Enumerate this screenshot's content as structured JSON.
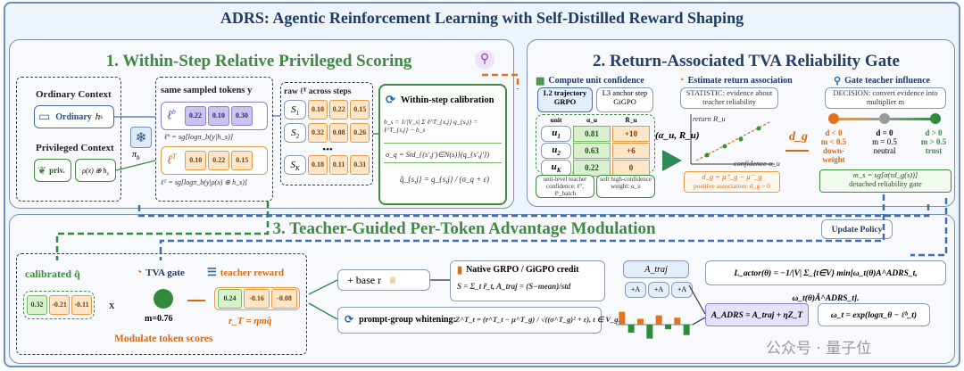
{
  "title": "ADRS: Agentic Reinforcement Learning  with Self-Distilled Reward Shaping",
  "panel1": {
    "title": "1. Within-Step Relative Privileged Scoring",
    "ordinary_context": "Ordinary Context",
    "ordinary_chip": "Ordinary",
    "ordinary_h": "h",
    "ordinary_h_sub": "s",
    "privileged_context": "Privileged Context",
    "priv_chip": "priv.",
    "priv_formula": "ρ(x) ⊕ h",
    "priv_formula_sub": "s",
    "pi_b": "π",
    "pi_b_sub": "b",
    "same_tokens": "same sampled tokens y",
    "lb_label": "ℓ",
    "lb_sup": "b",
    "lb_vals": [
      "0.22",
      "0.10",
      "0.30"
    ],
    "lb_formula": "ℓᵇ = sg[logπ_b(y|h_s)]",
    "lt_label": "ℓ",
    "lt_sup": "T",
    "lt_vals": [
      "0.10",
      "0.22",
      "0.15"
    ],
    "lt_formula": "ℓᵀ = sg[logπ_b(y|ρ(x) ⊕ h_s)]",
    "raw_label": "raw ℓᵀ across steps",
    "steps": [
      {
        "label": "S",
        "sub": "1",
        "vals": [
          "0.10",
          "0.22",
          "0.15"
        ]
      },
      {
        "label": "S",
        "sub": "2",
        "vals": [
          "0.32",
          "0.08",
          "0.26"
        ]
      },
      {
        "label": "S",
        "sub": "K",
        "vals": [
          "0.18",
          "0.11",
          "0.31"
        ]
      }
    ],
    "ellipsis": "•••",
    "calib_title": "Within-step calibration",
    "calib_f1": "b_s = 1/|V_s| Σ ℓ^T_{x,j}     q_{s,j} = ℓ^T_{s,j} − b_s",
    "calib_f2": "σ_q = Std_{(s',j')∈N(s)}(q_{s',j'})",
    "calib_f3": "q̂_{s,j} = q_{s,j} / (σ_q + ε)"
  },
  "panel2": {
    "title": "2. Return-Associated TVA Reliability Gate",
    "compute_title": "Compute unit confidence",
    "l2": "L2 trajectory",
    "grpo": "GRPO",
    "l3": "L3 anchor step",
    "gigpo": "GiGPO",
    "table_head": [
      "unit",
      "α_u",
      "R̄_u"
    ],
    "units": [
      {
        "name": "u",
        "sub": "1",
        "alpha": "0.81",
        "r": "+10"
      },
      {
        "name": "u",
        "sub": "2",
        "alpha": "0.63",
        "r": "+6"
      },
      {
        "name": "u",
        "sub": "K",
        "alpha": "0.22",
        "r": "0"
      }
    ],
    "unit_level": "unit-level teacher confidence: ℓᵀ, ℓᵇ_batch",
    "soft_weight": "soft high-confidence weight: α_u",
    "alpha_r": "(α_u, R_u)",
    "estimate_title": "Estimate return association",
    "statistic": "STATISTIC: evidence about teacher reliability",
    "return_label": "return R_u",
    "confidence_label": "confidence α_u",
    "d_formula": "d_g = μ⁺_g − μ⁻_g",
    "positive_assoc": "positive association: d_g > 0",
    "dg": "d_g",
    "gate_title": "Gate teacher influence",
    "decision": "DECISION: convert evidence into multiplier m",
    "cases": [
      {
        "cond": "d < 0",
        "m": "m < 0.5",
        "label": "down-weight"
      },
      {
        "cond": "d = 0",
        "m": "m = 0.5",
        "label": "neutral"
      },
      {
        "cond": "d > 0",
        "m": "m > 0.5",
        "label": "trust"
      }
    ],
    "m_formula": "m_s = sg[σ(τd_g(s))]",
    "detached": "detached reliability gate"
  },
  "panel3": {
    "title": "3. Teacher-Guided Per-Token Advantage Modulation",
    "calibrated": "calibrated q̂",
    "q_vals": [
      "0.32",
      "-0.21",
      "-0.11"
    ],
    "times": "x",
    "tva_gate": "TVA gate",
    "m_val": "m=0.76",
    "teacher_reward": "teacher reward",
    "reward_vals": [
      "0.24",
      "-0.16",
      "-0.08"
    ],
    "rt_formula": "r_T = ηmq̂",
    "modulate": "Modulate token scores",
    "base_r": "+   base r",
    "native_title": "Native GRPO / GiGPO credit",
    "native_formula": "S = Σ_t r̃_t,  A_traj = (S−mean)/std",
    "a_traj": "A_traj",
    "plus_a": [
      "+A",
      "+A",
      "+A"
    ],
    "whitening": "prompt-group whitening:",
    "whitening_formula": "Z^T_t = (r^T_t − μ^T_g) / √((σ^T_g)² + ε),  t ∈ V_g.",
    "loss_formula": "L_actor(θ) = −1/|V| Σ_{t∈V} min[ω_t(θ)A^ADRS_t, ω_t(θ)Â^ADRS_t].",
    "adrs_formula": "A_ADRS = A_traj + ηZ_T",
    "omega_formula": "ω_t = exp(logπ_θ − ℓᵇ_t)",
    "update_policy": "Update Policy",
    "watermark": "公众号 · 量子位",
    "whiten_bars": [
      0.55,
      -0.35,
      0.25,
      -0.6,
      0.4,
      -0.2,
      0.3,
      -0.45
    ]
  }
}
